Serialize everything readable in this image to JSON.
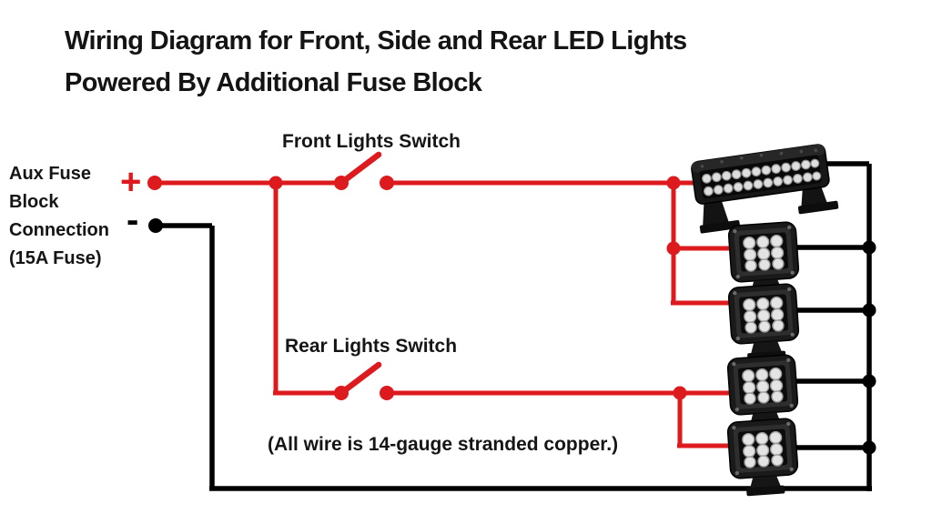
{
  "title": {
    "line1": "Wiring Diagram for Front, Side and Rear LED Lights",
    "line2": "Powered By Additional Fuse Block"
  },
  "aux_connection": {
    "lines": [
      "Aux Fuse",
      "Block",
      "Connection",
      "(15A Fuse)"
    ],
    "positive_symbol": "+",
    "negative_symbol": "-"
  },
  "switches": {
    "front_label": "Front Lights Switch",
    "rear_label": "Rear Lights Switch"
  },
  "note": "(All wire is 14-gauge stranded copper.)",
  "components": {
    "light_bar": "led-light-bar",
    "pods": [
      "led-pod-front-1",
      "led-pod-side-1",
      "led-pod-side-2",
      "led-pod-rear-1"
    ]
  },
  "colors": {
    "positive_wire": "#dd1a1d",
    "negative_wire": "#000000",
    "background": "#ffffff",
    "text": "#141414"
  }
}
